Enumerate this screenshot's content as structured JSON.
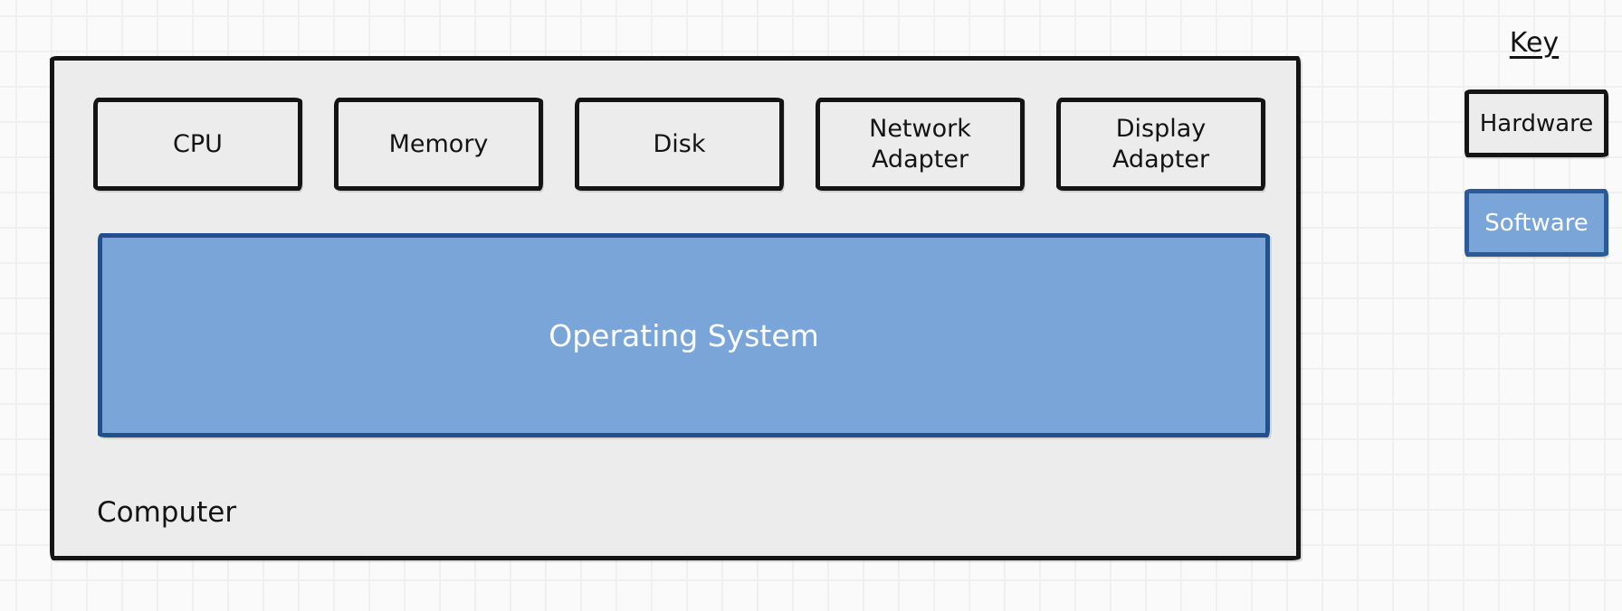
{
  "colors": {
    "canvas_bg": "#fafafa",
    "grid_line": "#f0f0f0",
    "container_fill": "#ececec",
    "hardware_fill": "#ececec",
    "hardware_border": "#141414",
    "software_fill": "#79a5d8",
    "software_border": "#23508a",
    "software_text": "#ffffff",
    "text": "#141414"
  },
  "diagram": {
    "computer": {
      "label": "Computer",
      "hardware_components": [
        {
          "label": "CPU"
        },
        {
          "label": "Memory"
        },
        {
          "label": "Disk"
        },
        {
          "label": "Network Adapter"
        },
        {
          "label": "Display Adapter"
        }
      ],
      "software_components": [
        {
          "label": "Operating System"
        }
      ]
    }
  },
  "key": {
    "title": "Key",
    "items": [
      {
        "label": "Hardware",
        "type": "hardware"
      },
      {
        "label": "Software",
        "type": "software"
      }
    ]
  }
}
